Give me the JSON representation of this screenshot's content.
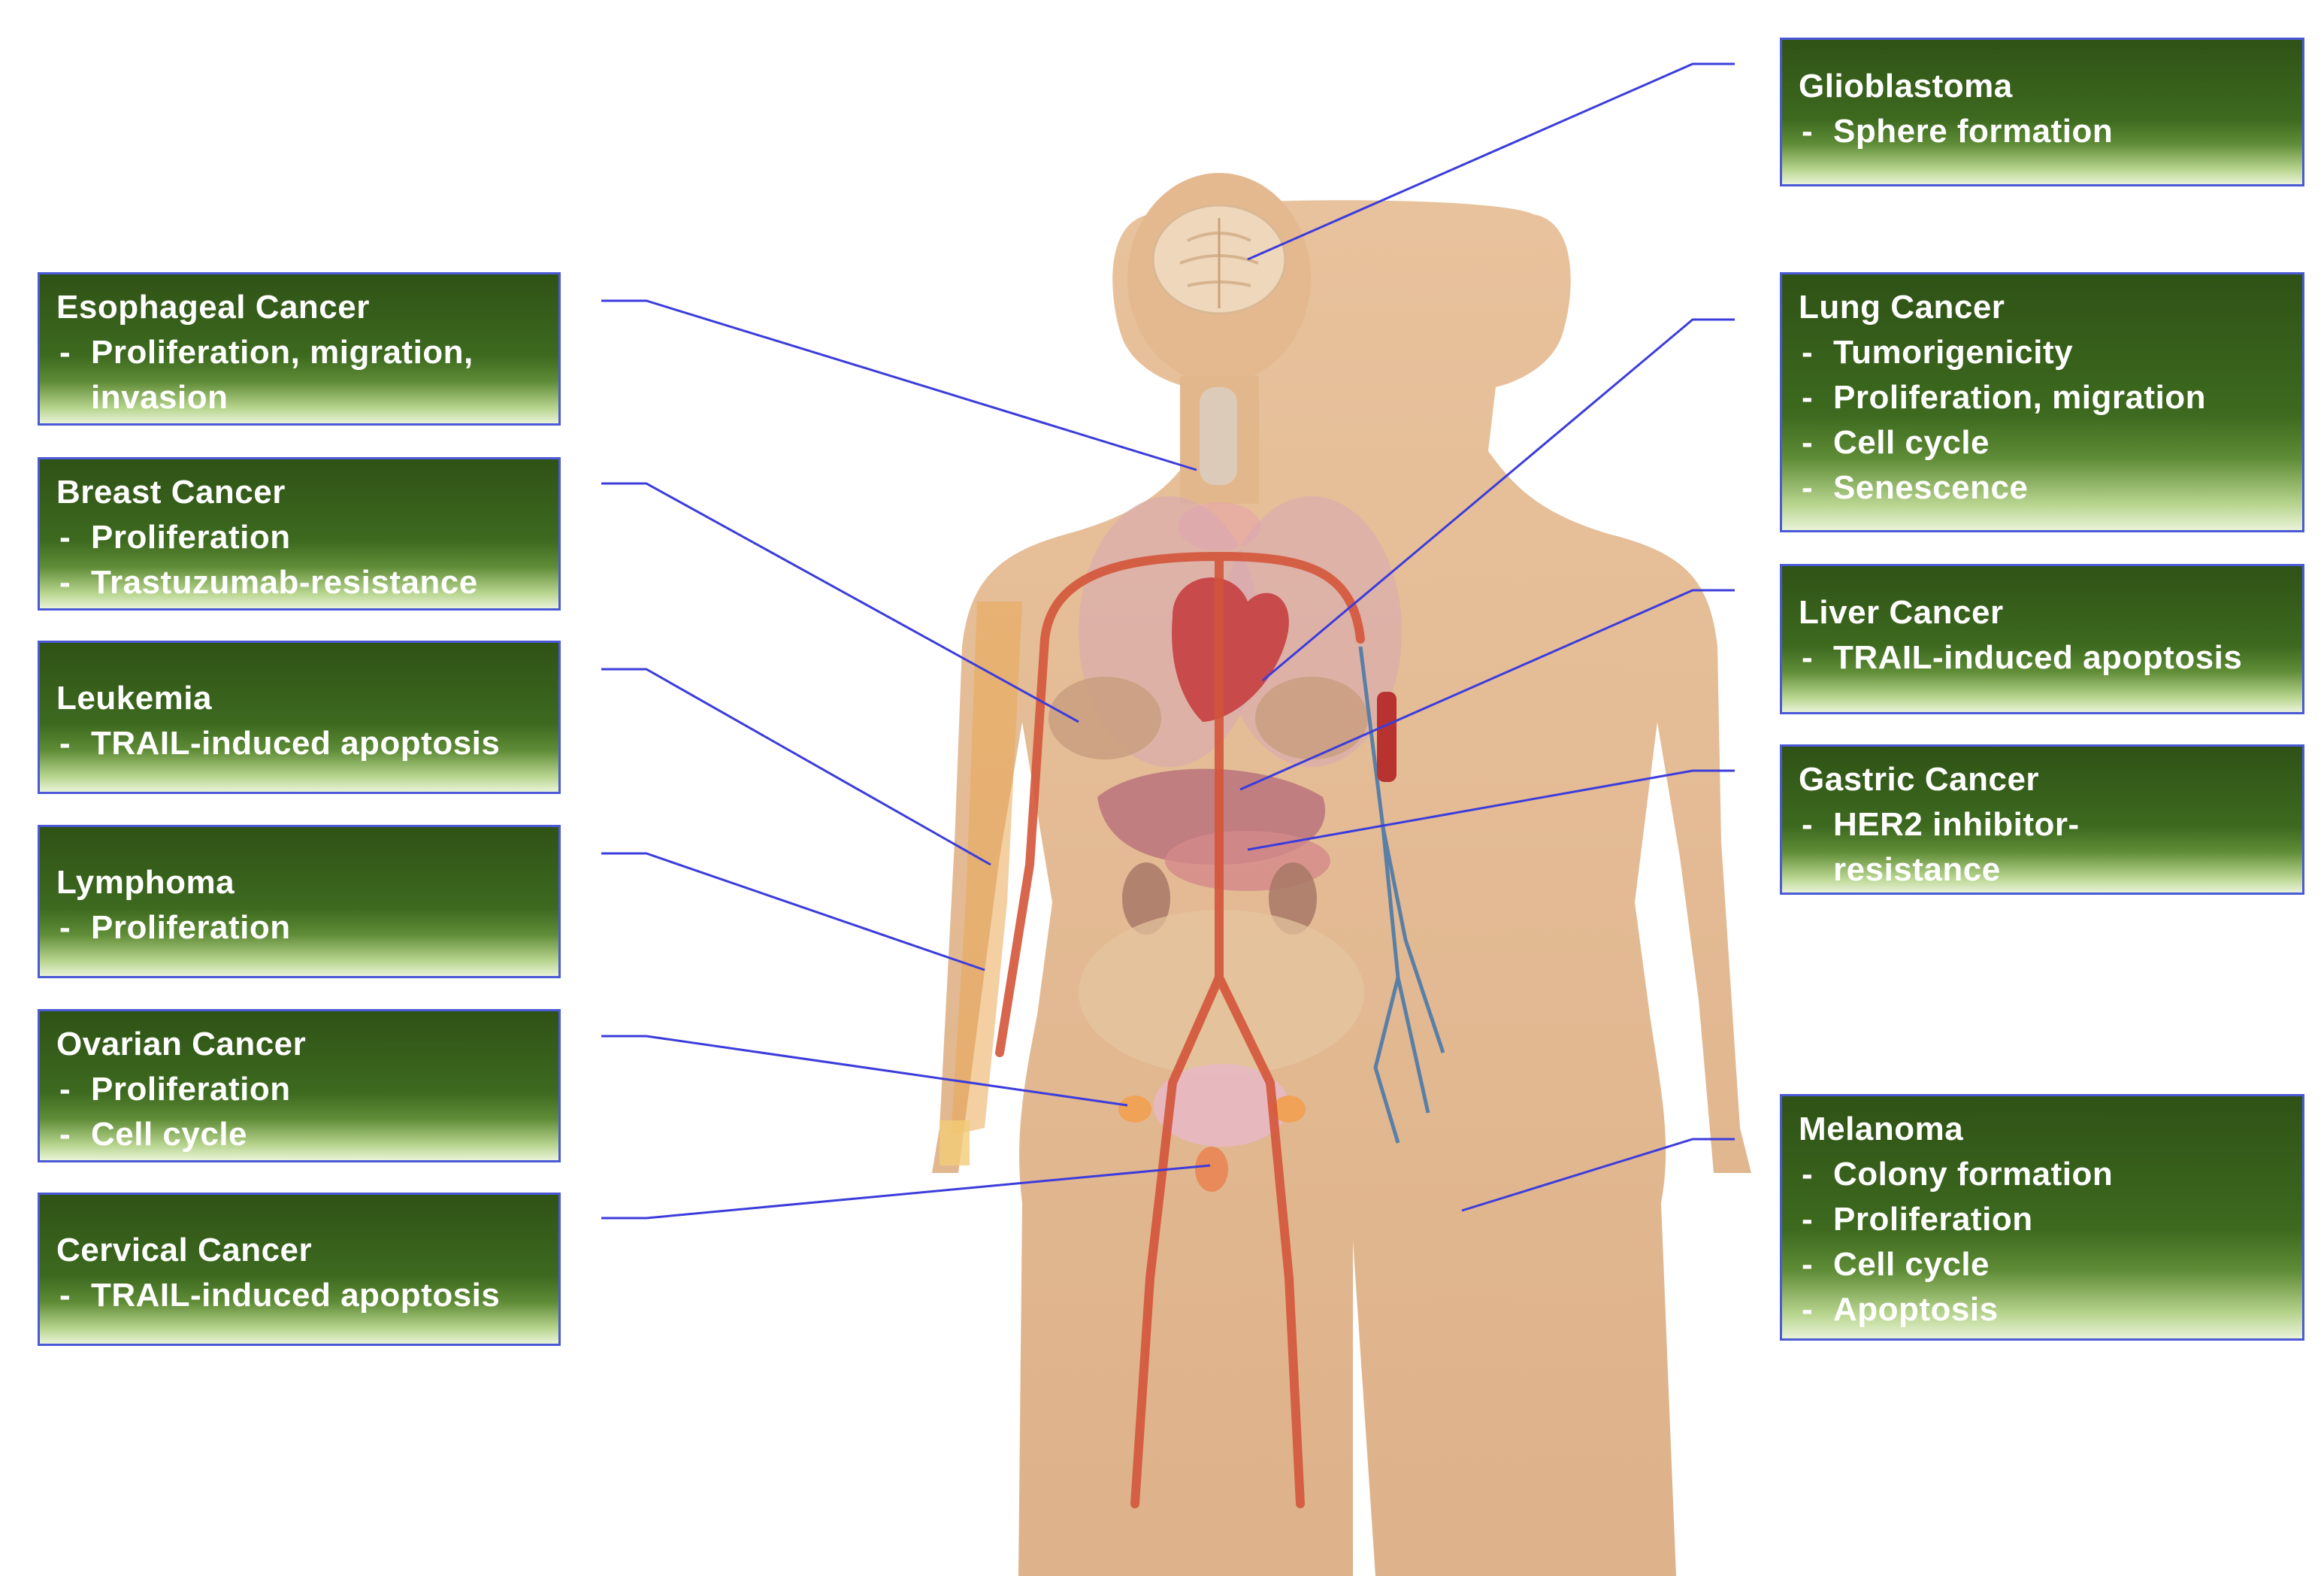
{
  "labels": {
    "esophageal": {
      "title": "Esophageal Cancer",
      "items": [
        "Proliferation, migration, invasion"
      ]
    },
    "breast": {
      "title": "Breast Cancer",
      "items": [
        "Proliferation",
        "Trastuzumab-resistance"
      ]
    },
    "leukemia": {
      "title": "Leukemia",
      "items": [
        "TRAIL-induced apoptosis"
      ]
    },
    "lymphoma": {
      "title": "Lymphoma",
      "items": [
        "Proliferation"
      ]
    },
    "ovarian": {
      "title": "Ovarian Cancer",
      "items": [
        "Proliferation",
        "Cell cycle"
      ]
    },
    "cervical": {
      "title": "Cervical Cancer",
      "items": [
        "TRAIL-induced apoptosis"
      ]
    },
    "glioblastoma": {
      "title": "Glioblastoma",
      "items": [
        "Sphere formation"
      ]
    },
    "lung": {
      "title": "Lung Cancer",
      "items": [
        "Tumorigenicity",
        "Proliferation, migration",
        "Cell cycle",
        "Senescence"
      ]
    },
    "liver": {
      "title": "Liver Cancer",
      "items": [
        "TRAIL-induced apoptosis"
      ]
    },
    "gastric": {
      "title": "Gastric Cancer",
      "items": [
        "HER2 inhibitor-resistance"
      ]
    },
    "melanoma": {
      "title": "Melanoma",
      "items": [
        "Colony formation",
        "Proliferation",
        "Cell cycle",
        "Apoptosis"
      ]
    }
  },
  "colors": {
    "box_dark": "#2f5216",
    "box_light": "#e9f3d8",
    "box_border": "#4a5ad6",
    "leader_line": "#3c3cdc",
    "skin": "#e3b78c",
    "artery": "#d4553a",
    "vein": "#5a7fa6"
  },
  "icons": {
    "figure": "human-anatomy-figure"
  }
}
